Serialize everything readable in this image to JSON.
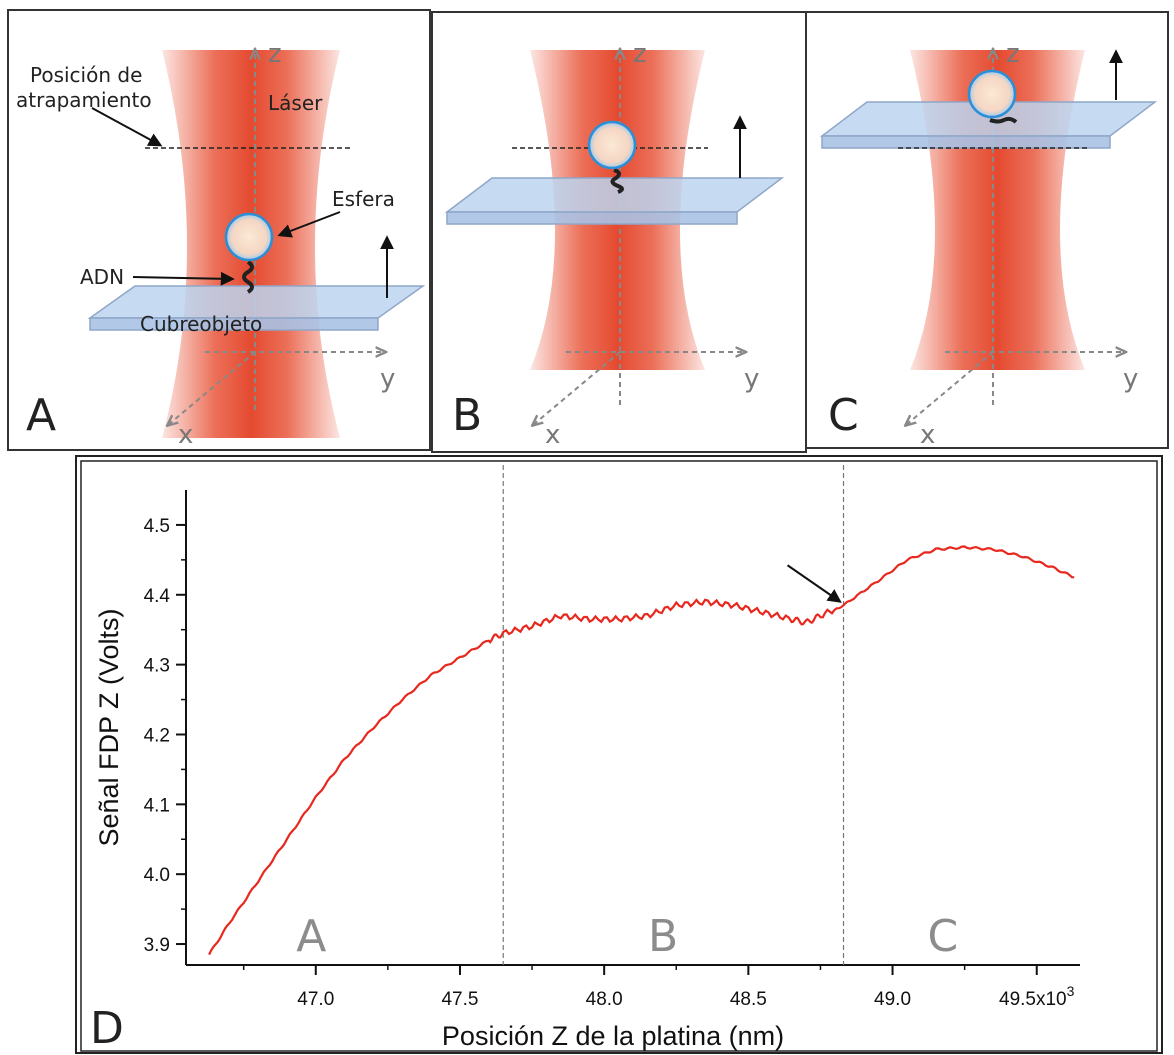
{
  "panels": {
    "A": {
      "letter": "A",
      "axis_z": "z",
      "axis_y": "y",
      "axis_x": "x",
      "label_trap": "Posición de",
      "label_trap2": "atrapamiento",
      "label_laser": "Láser",
      "label_sphere": "Esfera",
      "label_dna": "ADN",
      "label_coverslip": "Cubreobjeto"
    },
    "B": {
      "letter": "B",
      "axis_z": "z",
      "axis_y": "y",
      "axis_x": "x"
    },
    "C": {
      "letter": "C",
      "axis_z": "z",
      "axis_y": "y",
      "axis_x": "x"
    },
    "D": {
      "letter": "D"
    }
  },
  "colors": {
    "laser": "#e8553a",
    "trace": "#e8281e",
    "sphere_edge": "#2a8fd6",
    "glass": "#b9d3ef"
  },
  "chart_data": {
    "type": "line",
    "xlabel": "Posición Z de la platina (nm)",
    "ylabel": "Señal FDP Z (Volts)",
    "xlim": [
      46.55,
      49.65
    ],
    "ylim": [
      3.87,
      4.55
    ],
    "x_ticks": [
      {
        "v": 47.0,
        "label": "47.0"
      },
      {
        "v": 47.5,
        "label": "47.5"
      },
      {
        "v": 48.0,
        "label": "48.0"
      },
      {
        "v": 48.5,
        "label": "48.5"
      },
      {
        "v": 49.0,
        "label": "49.0"
      },
      {
        "v": 49.5,
        "label": "49.5x10"
      }
    ],
    "x_exp": "3",
    "y_ticks": [
      3.9,
      4.0,
      4.1,
      4.2,
      4.3,
      4.4,
      4.5
    ],
    "y_tick_labels": [
      "3.9",
      "4.0",
      "4.1",
      "4.2",
      "4.3",
      "4.4",
      "4.5"
    ],
    "region_boundaries": [
      47.65,
      48.83
    ],
    "regions": [
      {
        "label": "A",
        "x": 47.04
      },
      {
        "label": "B",
        "x": 48.26
      },
      {
        "label": "C",
        "x": 49.23
      }
    ],
    "annotation_arrow_at": [
      48.83,
      4.385
    ],
    "series": [
      {
        "x": [
          46.63,
          46.7,
          46.8,
          46.9,
          47.0,
          47.1,
          47.2,
          47.3,
          47.4,
          47.5,
          47.6,
          47.65,
          47.75,
          47.85,
          47.95,
          48.05,
          48.15,
          48.25,
          48.35,
          48.45,
          48.55,
          48.65,
          48.7,
          48.75,
          48.83,
          48.95,
          49.05,
          49.15,
          49.25,
          49.35,
          49.45,
          49.55,
          49.63
        ],
        "y": [
          3.885,
          3.93,
          3.99,
          4.05,
          4.11,
          4.165,
          4.21,
          4.25,
          4.285,
          4.31,
          4.335,
          4.345,
          4.355,
          4.37,
          4.365,
          4.365,
          4.37,
          4.385,
          4.39,
          4.385,
          4.375,
          4.365,
          4.36,
          4.37,
          4.385,
          4.42,
          4.45,
          4.465,
          4.468,
          4.465,
          4.455,
          4.44,
          4.425
        ]
      }
    ]
  }
}
